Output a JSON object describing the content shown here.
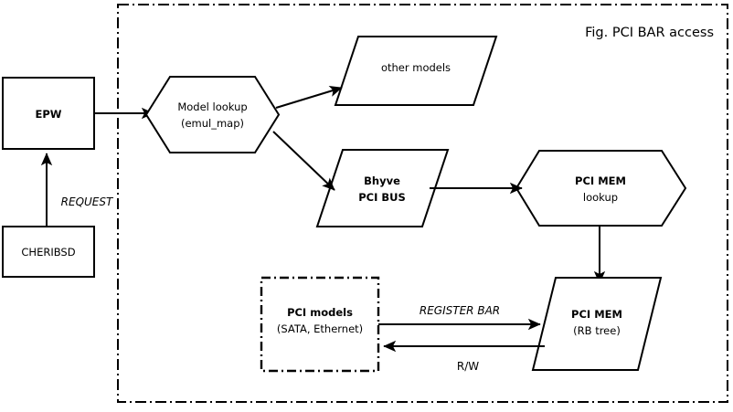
{
  "figure": {
    "title": "Fig. PCI BAR access",
    "stroke_color": "#000000",
    "fill_color": "#ffffff",
    "background": "#ffffff"
  },
  "nodes": {
    "epw": {
      "label": "EPW",
      "shape": "rectangle"
    },
    "cheribsd": {
      "label": "CHERIBSD",
      "shape": "rectangle"
    },
    "model_lookup": {
      "line1": "Model lookup",
      "line2": "(emul_map)",
      "shape": "hexagon"
    },
    "other_models": {
      "label": "other models",
      "shape": "parallelogram"
    },
    "bhyve_pci_bus": {
      "line1": "Bhyve",
      "line2": "PCI BUS",
      "shape": "parallelogram"
    },
    "pci_mem_lookup": {
      "line1": "PCI MEM",
      "line2": "lookup",
      "shape": "hexagon"
    },
    "pci_models": {
      "line1": "PCI models",
      "line2": "(SATA, Ethernet)",
      "shape": "dash-dot-rectangle"
    },
    "pci_mem_rb": {
      "line1": "PCI MEM",
      "line2": "(RB tree)",
      "shape": "parallelogram"
    }
  },
  "edges": {
    "request": {
      "label": "REQUEST",
      "from": "cheribsd",
      "to": "epw"
    },
    "epw_to_lookup": {
      "label": "",
      "from": "epw",
      "to": "model_lookup"
    },
    "lookup_to_other": {
      "label": "",
      "from": "model_lookup",
      "to": "other_models"
    },
    "lookup_to_bus": {
      "label": "",
      "from": "model_lookup",
      "to": "bhyve_pci_bus"
    },
    "bus_to_mem_lookup": {
      "label": "",
      "from": "bhyve_pci_bus",
      "to": "pci_mem_lookup"
    },
    "mem_lookup_to_rb": {
      "label": "",
      "from": "pci_mem_lookup",
      "to": "pci_mem_rb"
    },
    "register_bar": {
      "label": "REGISTER BAR",
      "from": "pci_models",
      "to": "pci_mem_rb"
    },
    "rw": {
      "label": "R/W",
      "from": "pci_mem_rb",
      "to": "pci_models"
    }
  }
}
